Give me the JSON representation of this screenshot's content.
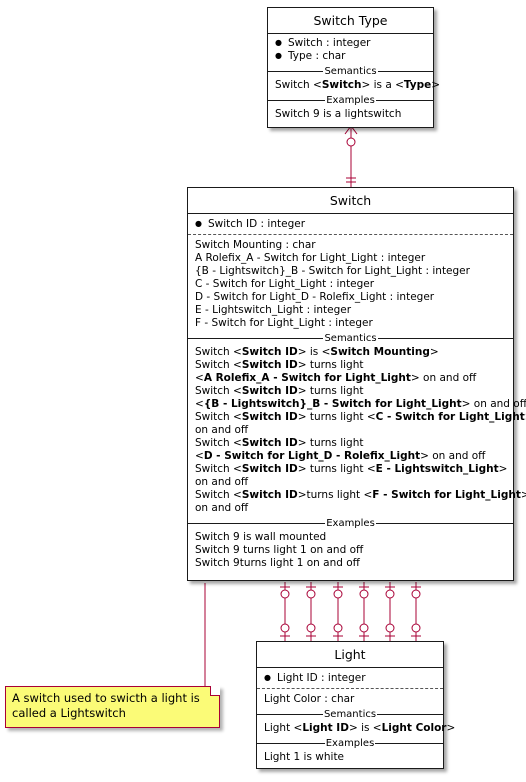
{
  "switch_type": {
    "title": "Switch Type",
    "attributes": [
      "Switch : integer",
      "Type : char"
    ],
    "semantics_label": "Semantics",
    "semantics": {
      "p1": "Switch <",
      "b1": "Switch",
      "p2": "> is a <",
      "b2": "Type",
      "p3": ">"
    },
    "examples_label": "Examples",
    "example": "Switch 9 is a lightswitch"
  },
  "switch": {
    "title": "Switch",
    "key_attribute": "Switch ID : integer",
    "attributes": [
      "Switch Mounting : char",
      "A Rolefix_A - Switch for Light_Light : integer",
      "{B - Lightswitch}_B - Switch for Light_Light : integer",
      "C - Switch for Light_Light : integer",
      "D - Switch for Light_D - Rolefix_Light : integer",
      "E - Lightswitch_Light : integer",
      "F - Switch for Light_Light : integer"
    ],
    "semantics_label": "Semantics",
    "semantics": {
      "l1": {
        "a": "Switch <",
        "b": "Switch ID",
        "c": "> is <",
        "d": "Switch Mounting",
        "e": ">"
      },
      "l2": {
        "a": "Switch <",
        "b": "Switch ID",
        "c": "> turns light"
      },
      "l3": {
        "a": "<",
        "b": "A Rolefix_A - Switch for Light_Light",
        "c": "> on and off"
      },
      "l4": {
        "a": "Switch <",
        "b": "Switch ID",
        "c": "> turns light"
      },
      "l5": {
        "a": "<",
        "b": "{B - Lightswitch}_B - Switch for Light_Light",
        "c": "> on and off"
      },
      "l6": {
        "a": "Switch <",
        "b": "Switch ID",
        "c": "> turns light <",
        "d": "C - Switch for Light_Light",
        "e": ">"
      },
      "l7": "on and off",
      "l8": {
        "a": "Switch <",
        "b": "Switch ID",
        "c": "> turns light"
      },
      "l9": {
        "a": "<",
        "b": "D - Switch for Light_D - Rolefix_Light",
        "c": "> on and off"
      },
      "l10": {
        "a": "Switch <",
        "b": "Switch ID",
        "c": "> turns light <",
        "d": "E - Lightswitch_Light",
        "e": ">"
      },
      "l11": "on and off",
      "l12": {
        "a": "Switch <",
        "b": "Switch ID",
        "c": ">turns light <",
        "d": "F - Switch for Light_Light",
        "e": ">"
      },
      "l13": "on and off"
    },
    "examples_label": "Examples",
    "examples": [
      "Switch 9 is wall mounted",
      "Switch 9 turns light 1 on and off",
      "Switch 9turns light 1 on and off"
    ]
  },
  "light": {
    "title": "Light",
    "key_attribute": "Light ID : integer",
    "attributes": [
      "Light Color : char"
    ],
    "semantics_label": "Semantics",
    "semantics": {
      "p1": "Light <",
      "b1": "Light ID",
      "p2": "> is <",
      "b2": "Light Color",
      "p3": ">"
    },
    "examples_label": "Examples",
    "example": "Light 1 is white"
  },
  "note": {
    "line1": "A switch used to swicth a light is",
    "line2": "called a Lightswitch"
  },
  "colors": {
    "note_fill": "#fbfb77",
    "note_border": "#a80036",
    "entity_border": "#1a1a1a",
    "connector": "#a80036"
  }
}
